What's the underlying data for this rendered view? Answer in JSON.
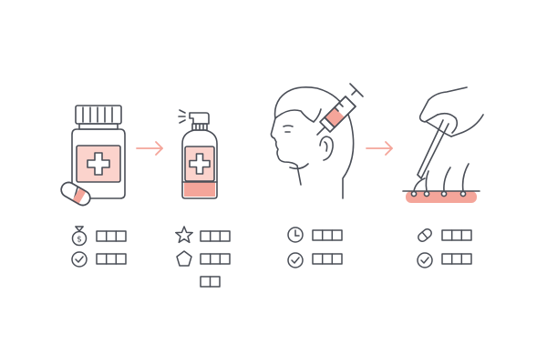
{
  "palette": {
    "stroke": "#4a4e57",
    "accent": "#f4a59a",
    "accent_light": "#fbd3cc",
    "background": "#ffffff"
  },
  "steps": [
    {
      "illustration": "pill-bottle-with-capsule",
      "rows": [
        {
          "icon": "money-bag-icon",
          "boxes": 3
        },
        {
          "icon": "check-circle-icon",
          "boxes": 3
        }
      ]
    },
    {
      "illustration": "spray-bottle",
      "rows": [
        {
          "icon": "star-icon",
          "boxes": 3
        },
        {
          "icon": "pentagon-star-icon",
          "boxes": 3
        },
        {
          "icon": "none",
          "boxes": 2
        }
      ]
    },
    {
      "illustration": "head-with-syringe-injection",
      "rows": [
        {
          "icon": "clock-icon",
          "boxes": 3
        },
        {
          "icon": "check-circle-icon",
          "boxes": 3
        }
      ]
    },
    {
      "illustration": "hand-tweezers-hair-implant",
      "rows": [
        {
          "icon": "pill-icon",
          "boxes": 3
        },
        {
          "icon": "check-circle-icon",
          "boxes": 3
        }
      ]
    }
  ],
  "arrows": [
    "arrow-right-icon",
    "arrow-right-icon"
  ]
}
